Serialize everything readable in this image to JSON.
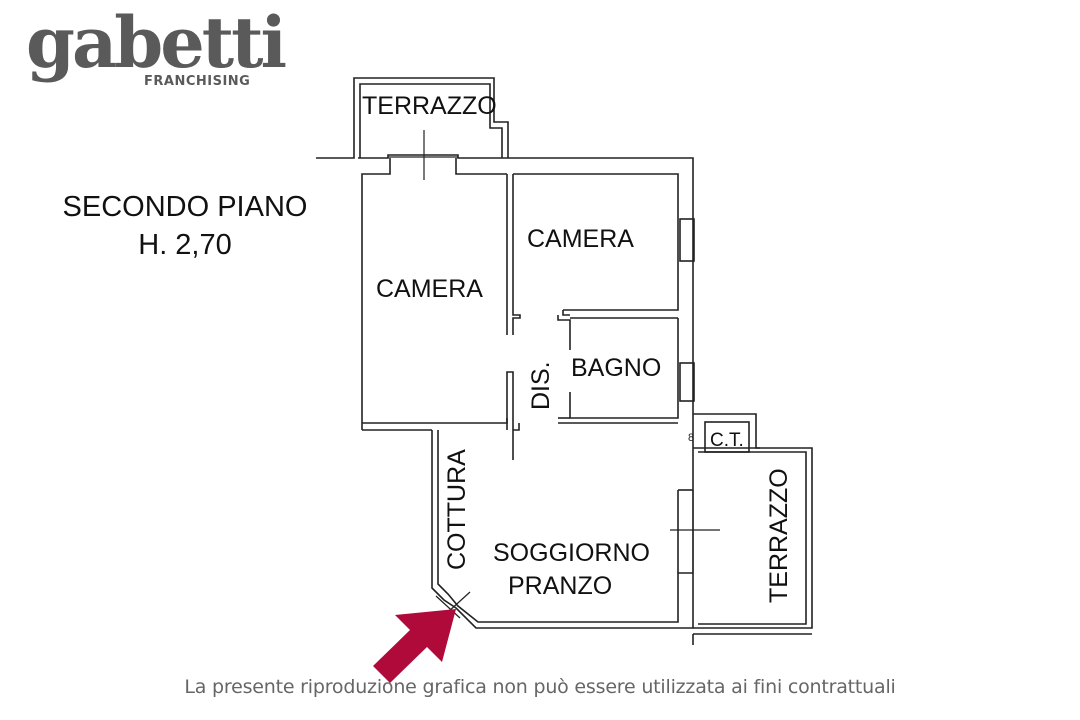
{
  "brand": {
    "name": "gabetti",
    "subtitle": "FRANCHISING",
    "logo_color": "#5a5a5a"
  },
  "floor": {
    "title": "SECONDO PIANO",
    "height": "H. 2,70"
  },
  "rooms": {
    "terrazzo_top": "TERRAZZO",
    "camera_left": "CAMERA",
    "camera_right": "CAMERA",
    "dis": "DIS.",
    "bagno": "BAGNO",
    "ct": "C.T.",
    "cottura": "COTTURA",
    "soggiorno": "SOGGIORNO",
    "pranzo": "PRANZO",
    "terrazzo_right": "TERRAZZO"
  },
  "entrance_arrow": {
    "color": "#b00a3a",
    "meaning": "entrance-indicator"
  },
  "disclaimer": "La presente riproduzione grafica non può essere utilizzata ai fini contrattuali"
}
